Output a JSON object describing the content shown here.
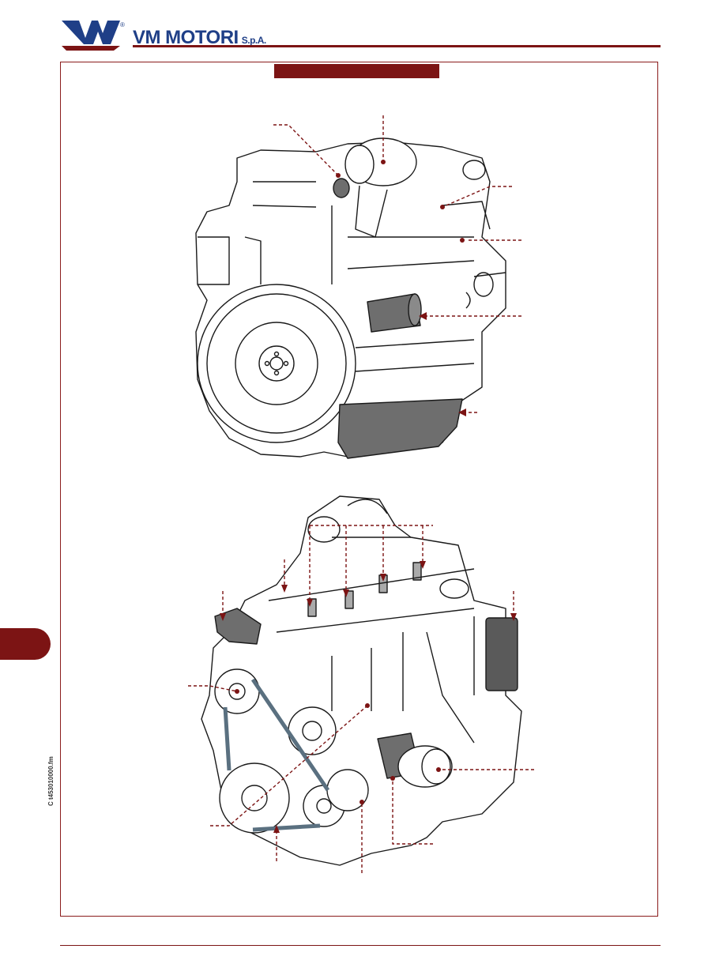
{
  "header": {
    "brand_name": "VM MOTORI",
    "brand_suffix": "S.p.A.",
    "trademark": "®"
  },
  "title_bar": {
    "text": ""
  },
  "side_code": "C t453010000.fm",
  "colors": {
    "accent": "#7c1414",
    "brand_blue": "#1f3f87",
    "line": "#1a1a1a",
    "shaded_part": "#6e6e6e"
  },
  "figures": [
    {
      "name": "engine-rear-left-view",
      "callouts": 6
    },
    {
      "name": "engine-front-right-view",
      "callouts": 10
    }
  ]
}
